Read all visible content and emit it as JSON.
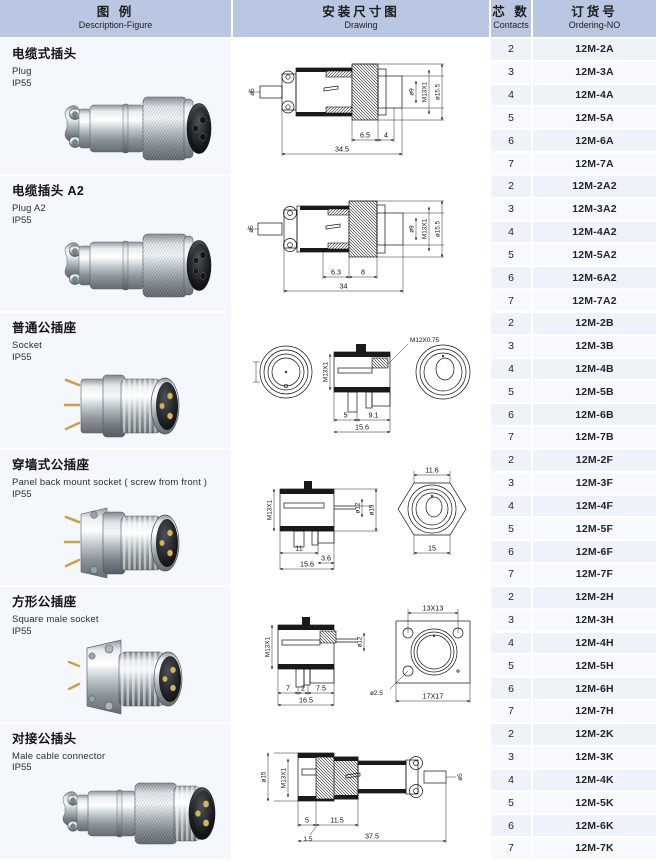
{
  "header": {
    "columns": [
      {
        "cn": "图  例",
        "en": "Description-Figure",
        "name": "description-figure"
      },
      {
        "cn": "安装尺寸图",
        "en": "Drawing",
        "name": "drawing"
      },
      {
        "cn": "芯 数",
        "en": "Contacts",
        "name": "contacts"
      },
      {
        "cn": "订货号",
        "en": "Ordering-NO",
        "name": "ordering-no"
      }
    ]
  },
  "colors": {
    "header_bg": "#b9c7e2",
    "desc_bg": "#f4f7fb",
    "draw_bg": "#ffffff",
    "row_bg": "#eef2f9",
    "row_alt_bg": "#f7f9fc",
    "grid": "#ffffff",
    "text": "#1d1d1d"
  },
  "rows": [
    {
      "id": "plug",
      "title_cn": "电缆式插头",
      "title_en": "Plug",
      "ip": "IP55",
      "drawing_dims": [
        "ø5",
        "ø9",
        "M13X1",
        "ø15.5",
        "6.5",
        "4",
        "34.5"
      ],
      "contacts": [
        "2",
        "3",
        "4",
        "5",
        "6",
        "7"
      ],
      "ordering": [
        "12M-2A",
        "12M-3A",
        "12M-4A",
        "12M-5A",
        "12M-6A",
        "12M-7A"
      ]
    },
    {
      "id": "plug-a2",
      "title_cn": "电缆插头 A2",
      "title_en": "Plug A2",
      "ip": "IP55",
      "drawing_dims": [
        "ø5",
        "ø9",
        "M13X1",
        "ø15.5",
        "6.3",
        "8",
        "34"
      ],
      "contacts": [
        "2",
        "3",
        "4",
        "5",
        "6",
        "7"
      ],
      "ordering": [
        "12M-2A2",
        "12M-3A2",
        "12M-4A2",
        "12M-5A2",
        "12M-6A2",
        "12M-7A2"
      ]
    },
    {
      "id": "socket",
      "title_cn": "普通公插座",
      "title_en": "Socket",
      "ip": "IP55",
      "drawing_dims": [
        "M12X0.75",
        "M13X1",
        "5",
        "9.1",
        "15.6"
      ],
      "contacts": [
        "2",
        "3",
        "4",
        "5",
        "6",
        "7"
      ],
      "ordering": [
        "12M-2B",
        "12M-3B",
        "12M-4B",
        "12M-5B",
        "12M-6B",
        "12M-7B"
      ]
    },
    {
      "id": "panel-back-mount-socket",
      "title_cn": "穿墙式公插座",
      "title_en": "Panel back mount socket ( screw from front )",
      "ip": "IP55",
      "drawing_dims": [
        "M13X1",
        "ø12",
        "ø15",
        "11",
        "3.6",
        "15.6",
        "11.6",
        "15"
      ],
      "contacts": [
        "2",
        "3",
        "4",
        "5",
        "6",
        "7"
      ],
      "ordering": [
        "12M-2F",
        "12M-3F",
        "12M-4F",
        "12M-5F",
        "12M-6F",
        "12M-7F"
      ]
    },
    {
      "id": "square-male-socket",
      "title_cn": "方形公插座",
      "title_en": "Square male socket",
      "ip": "IP55",
      "drawing_dims": [
        "M13X1",
        "ø12",
        "7",
        "2",
        "7.5",
        "16.5",
        "13X13",
        "ø2.5",
        "17X17"
      ],
      "contacts": [
        "2",
        "3",
        "4",
        "5",
        "6",
        "7"
      ],
      "ordering": [
        "12M-2H",
        "12M-3H",
        "12M-4H",
        "12M-5H",
        "12M-6H",
        "12M-7H"
      ]
    },
    {
      "id": "male-cable-connector",
      "title_cn": "对接公插头",
      "title_en": "Male cable connector",
      "ip": "IP55",
      "drawing_dims": [
        "ø15",
        "M13X1",
        "ø5",
        "5",
        "11.5",
        "1.5",
        "37.5"
      ],
      "contacts": [
        "2",
        "3",
        "4",
        "5",
        "6",
        "7"
      ],
      "ordering": [
        "12M-2K",
        "12M-3K",
        "12M-4K",
        "12M-5K",
        "12M-6K",
        "12M-7K"
      ]
    }
  ]
}
